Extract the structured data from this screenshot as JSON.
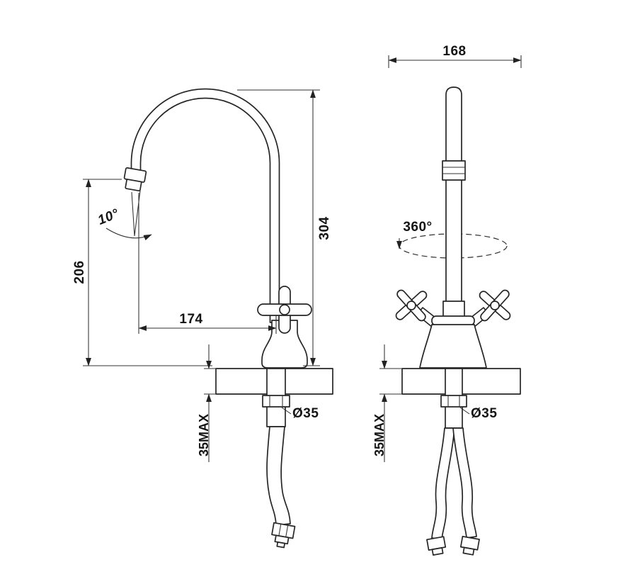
{
  "drawing": {
    "title": "faucet-dimension-drawing",
    "side_view": {
      "dim_spout_height": "206",
      "dim_tilt_angle": "10°",
      "dim_reach": "174",
      "dim_total_height": "304",
      "dim_deck_thickness": "35MAX",
      "dim_hole_diameter": "Ø35"
    },
    "front_view": {
      "dim_width": "168",
      "dim_rotation": "360°",
      "dim_deck_thickness": "35MAX",
      "dim_hole_diameter": "Ø35"
    },
    "colors": {
      "line": "#262626",
      "dimension_line": "#303030",
      "background": "#ffffff"
    }
  }
}
